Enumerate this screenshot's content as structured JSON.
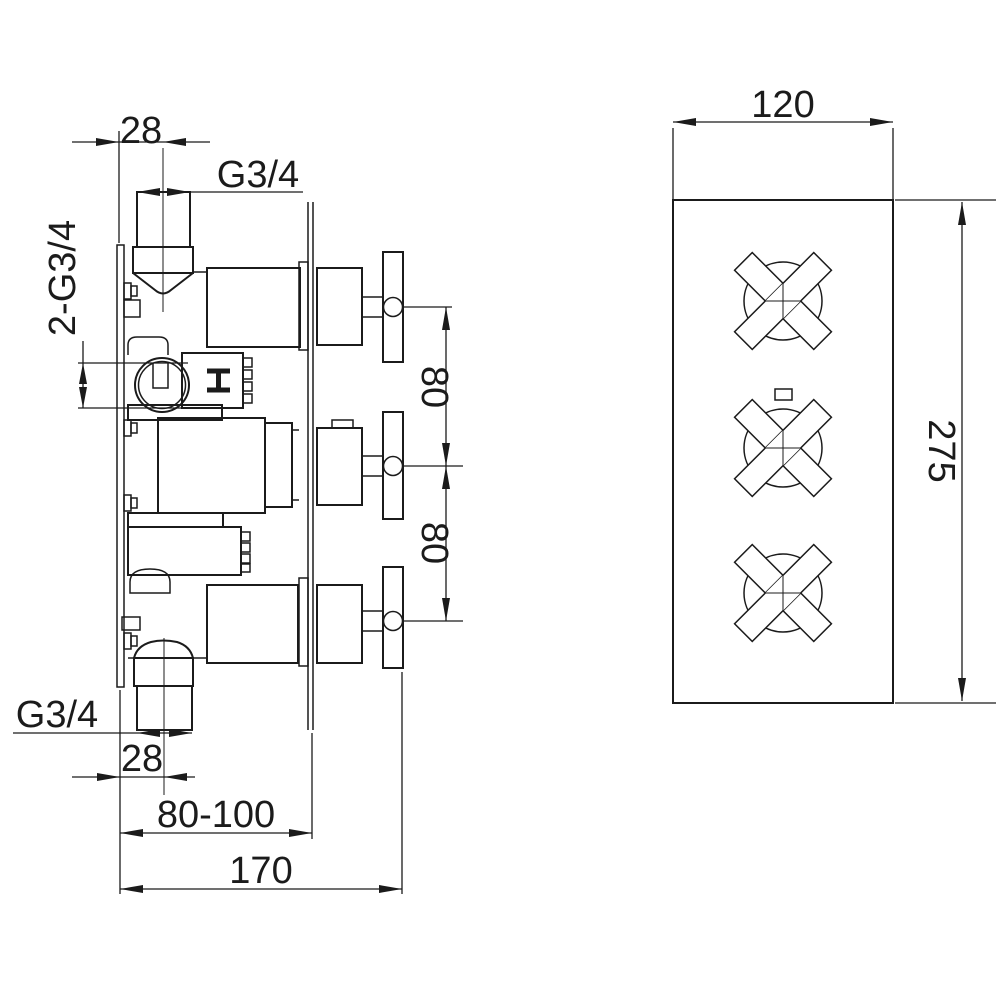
{
  "side_view": {
    "top_offset_mm": "28",
    "top_inlet_thread": "G3/4",
    "side_outlets_thread": "2-G3/4",
    "handle_spacing_upper_mm": "80",
    "handle_spacing_lower_mm": "80",
    "bottom_outlet_thread": "G3/4",
    "bottom_offset_mm": "28",
    "recess_depth_range_mm": "80-100",
    "overall_depth_mm": "170"
  },
  "front_view": {
    "plate_width_mm": "120",
    "plate_height_mm": "275"
  },
  "colors": {
    "line": "#1b1b1b",
    "background": "#ffffff"
  }
}
